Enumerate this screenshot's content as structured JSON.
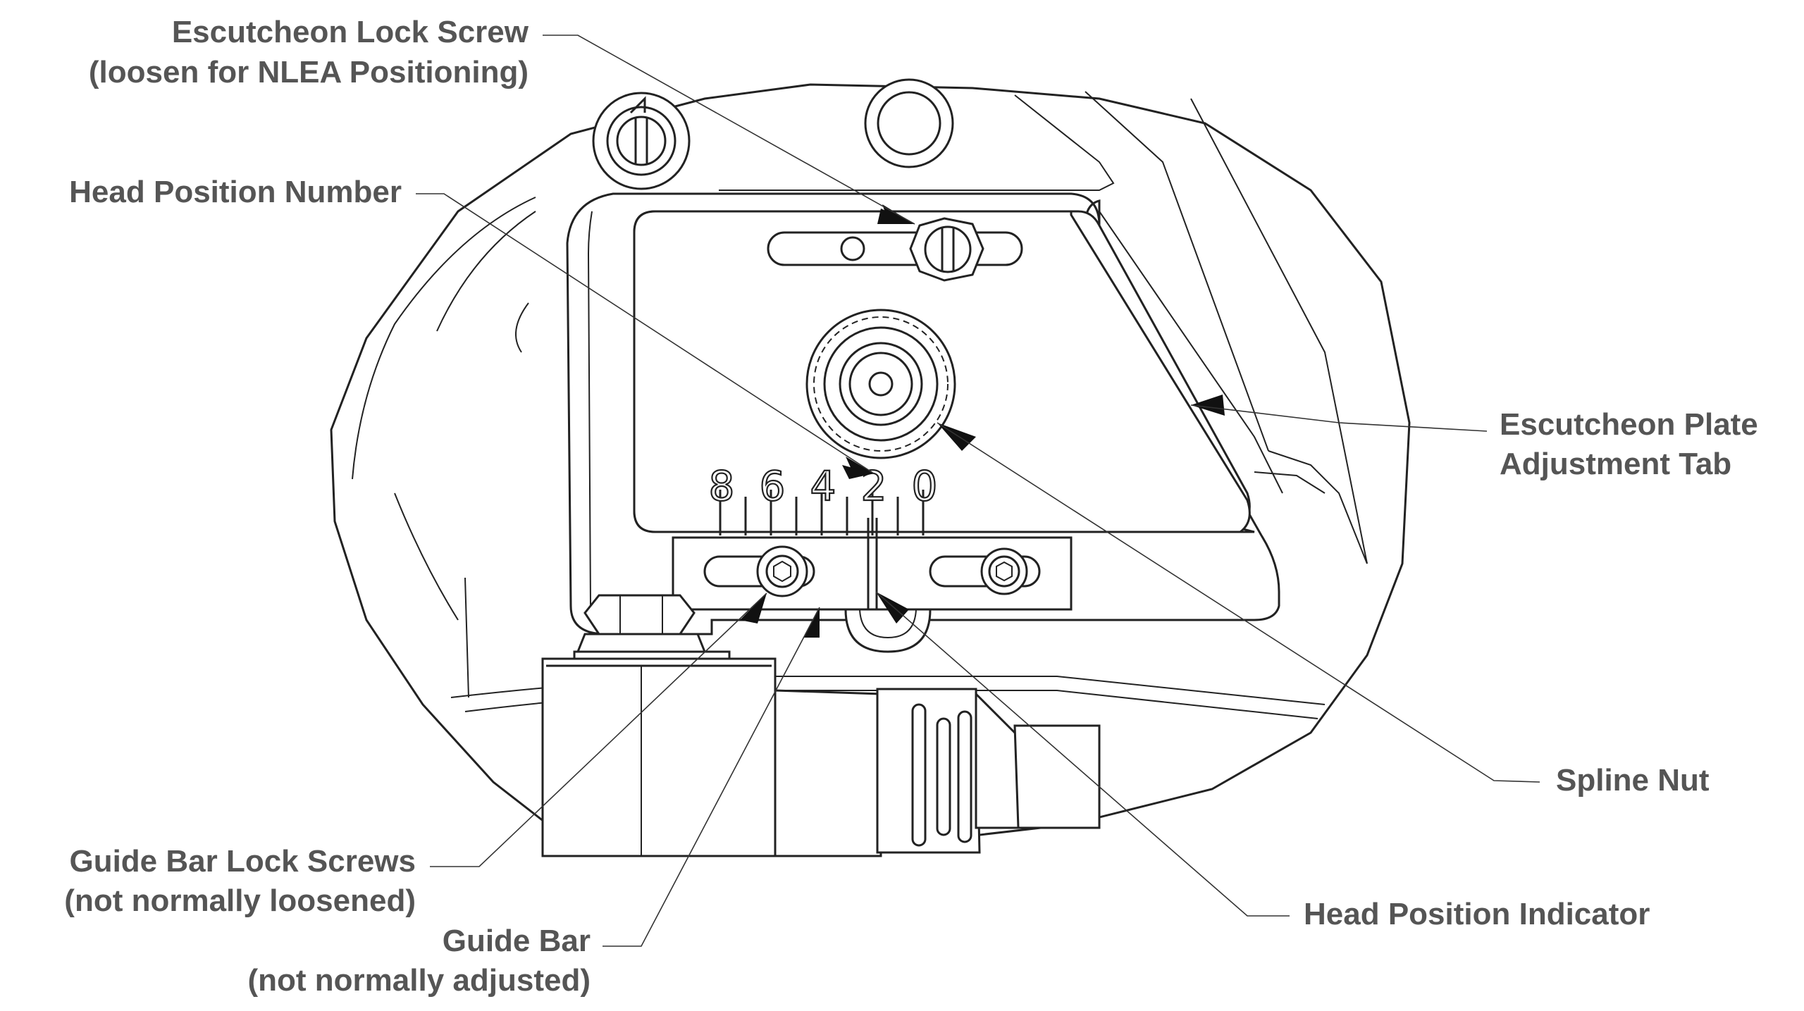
{
  "labels": {
    "escutcheon_lock_screw": {
      "line1": "Escutcheon Lock Screw",
      "line2": "(loosen for NLEA Positioning)"
    },
    "head_position_number": {
      "line1": "Head Position Number"
    },
    "escutcheon_plate_tab": {
      "line1": "Escutcheon Plate",
      "line2": "Adjustment Tab"
    },
    "spline_nut": {
      "line1": "Spline Nut"
    },
    "guide_bar_lock_screws": {
      "line1": "Guide Bar Lock Screws",
      "line2": "(not normally loosened)"
    },
    "guide_bar": {
      "line1": "Guide Bar",
      "line2": "(not normally adjusted)"
    },
    "head_position_indicator": {
      "line1": "Head Position Indicator"
    }
  },
  "scale": {
    "numbers": [
      "8",
      "6",
      "4",
      "2",
      "0"
    ]
  },
  "colors": {
    "label_text": "#555555",
    "drawing_lines": "#222222",
    "background": "#ffffff"
  }
}
